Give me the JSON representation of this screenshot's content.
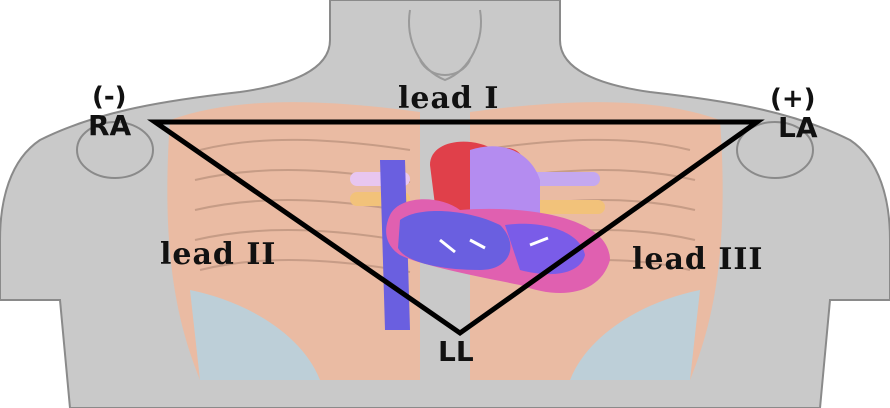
{
  "diagram": {
    "lead_labels": {
      "lead_1": "lead I",
      "lead_2": "lead II",
      "lead_3": "lead III"
    },
    "electrodes": {
      "right_arm": "RA",
      "left_arm": "LA",
      "left_leg": "LL"
    },
    "polarity": {
      "negative": "(-)",
      "positive": "(+)"
    },
    "colors": {
      "body": "#c9c9c9",
      "lungs": "#f0b89c",
      "heart_red": "#e0404a",
      "heart_blue": "#6a5fe0",
      "heart_pink": "#e060b0",
      "triangle": "#000000"
    }
  }
}
